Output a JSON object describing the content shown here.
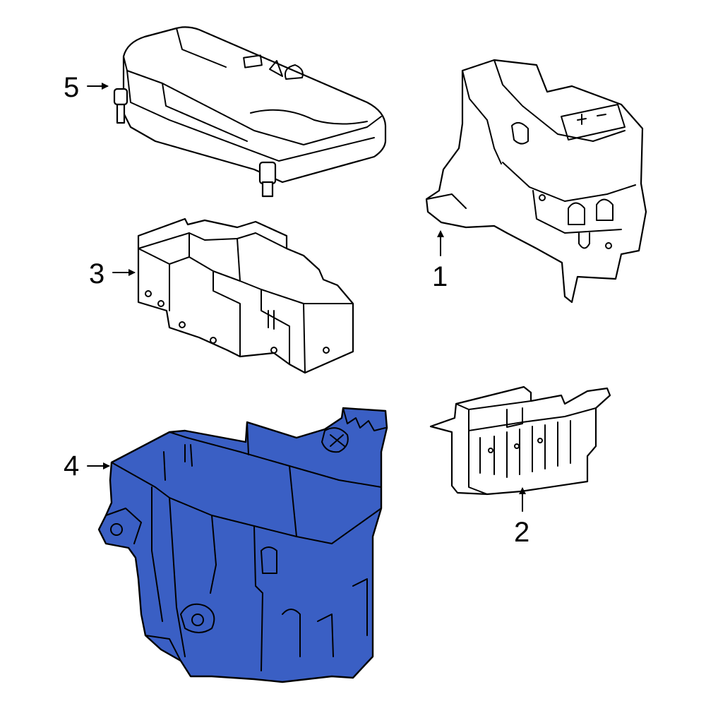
{
  "callouts": {
    "part_1": "1",
    "part_2": "2",
    "part_3": "3",
    "part_4": "4",
    "part_5": "5"
  },
  "highlight": {
    "part": "4",
    "color": "#3a5fc4"
  },
  "outline_color": "#000000",
  "background_color": "#ffffff"
}
